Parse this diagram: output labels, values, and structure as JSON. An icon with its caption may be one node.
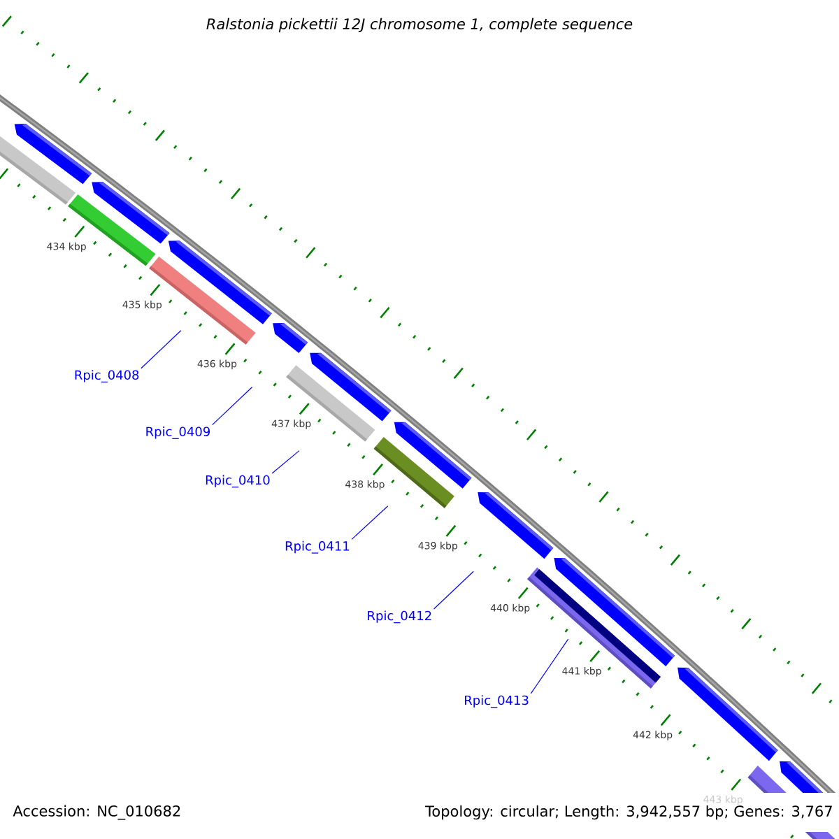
{
  "diagram": {
    "title": "Ralstonia pickettii 12J chromosome 1, complete sequence",
    "nodes": [
      {
        "text": [
          "Rpic_0408"
        ]
      },
      {
        "text": [
          "Rpic_0409"
        ]
      },
      {
        "text": [
          "Rpic_0410"
        ]
      },
      {
        "text": [
          "Rpic_0411"
        ]
      },
      {
        "text": [
          "Rpic_0412"
        ]
      },
      {
        "text": [
          "Rpic_0413"
        ]
      }
    ],
    "edges": [
      {
        "from": 0,
        "to": null,
        "arrow": "none"
      },
      {
        "from": 1,
        "to": null,
        "arrow": "none"
      },
      {
        "from": 2,
        "to": null,
        "arrow": "none"
      },
      {
        "from": 3,
        "to": null,
        "arrow": "none"
      },
      {
        "from": 4,
        "to": null,
        "arrow": "none"
      },
      {
        "from": 5,
        "to": null,
        "arrow": "none"
      }
    ],
    "labels": [
      "434 kbp",
      "435 kbp",
      "436 kbp",
      "437 kbp",
      "438 kbp",
      "439 kbp",
      "440 kbp",
      "441 kbp",
      "442 kbp",
      "443 kbp",
      "Accession: NC_010682",
      "Topology: circular; Length: 3,942,557 bp; Genes: 3,767"
    ]
  }
}
